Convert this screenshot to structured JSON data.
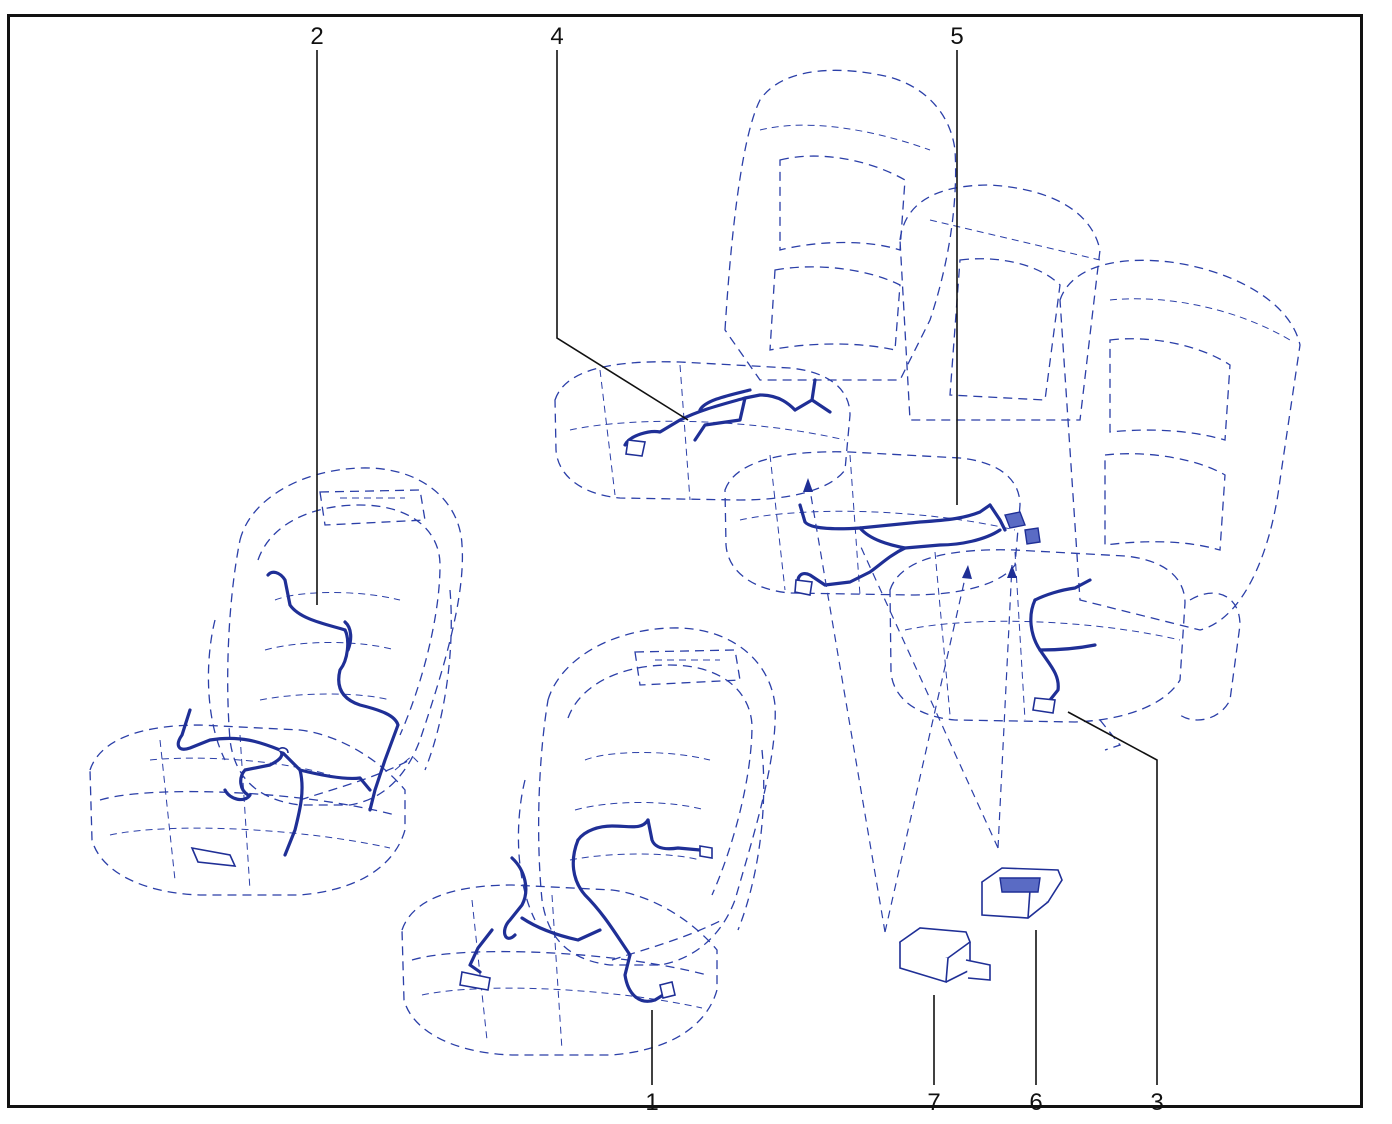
{
  "callouts": [
    {
      "id": "1",
      "label": "1"
    },
    {
      "id": "2",
      "label": "2"
    },
    {
      "id": "3",
      "label": "3"
    },
    {
      "id": "4",
      "label": "4"
    },
    {
      "id": "5",
      "label": "5"
    },
    {
      "id": "6",
      "label": "6"
    },
    {
      "id": "7",
      "label": "7"
    }
  ],
  "colors": {
    "line_art": "#2b3fa8",
    "wire": "#1f2f96",
    "frame": "#111111",
    "background": "#ffffff"
  }
}
